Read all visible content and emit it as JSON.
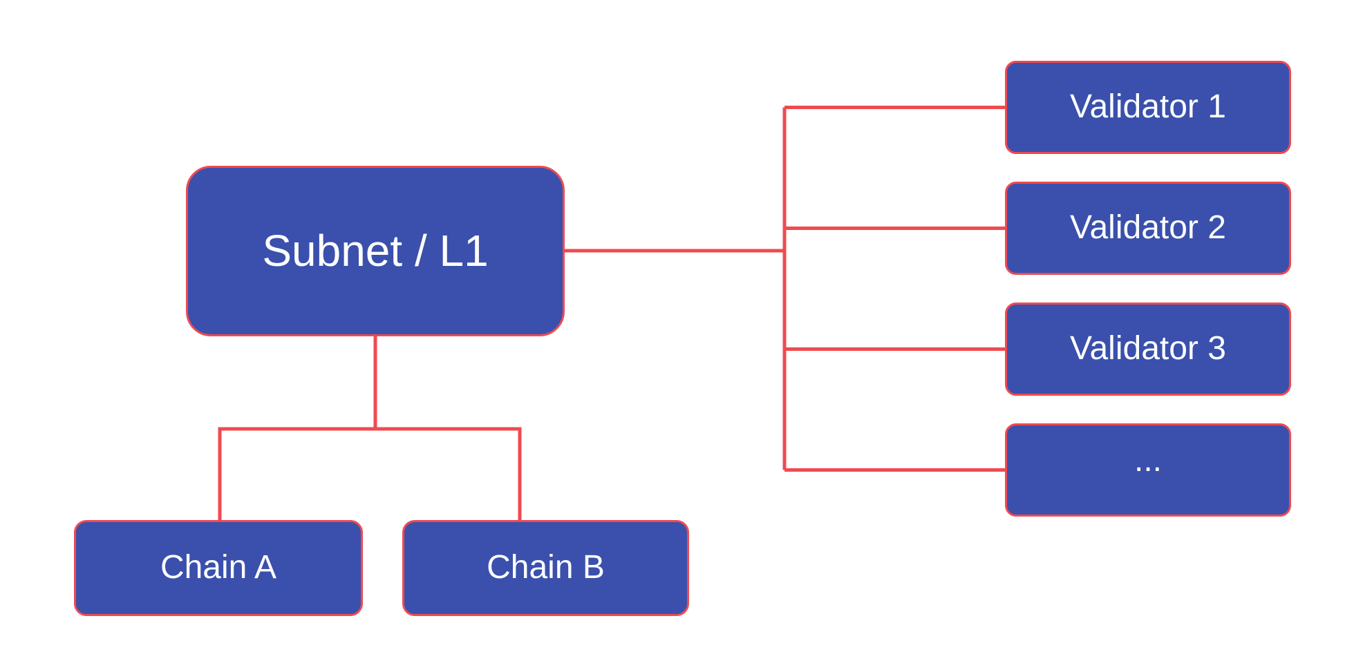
{
  "colors": {
    "background": "#ffffff",
    "node_fill": "#3a50ac",
    "node_border": "#ef4a51",
    "connector": "#ef4a51",
    "node_text": "#ffffff"
  },
  "diagram": {
    "root": {
      "label": "Subnet / L1"
    },
    "chains": [
      {
        "label": "Chain A"
      },
      {
        "label": "Chain B"
      }
    ],
    "validators": [
      {
        "label": "Validator 1"
      },
      {
        "label": "Validator 2"
      },
      {
        "label": "Validator 3"
      },
      {
        "label": "..."
      }
    ]
  }
}
